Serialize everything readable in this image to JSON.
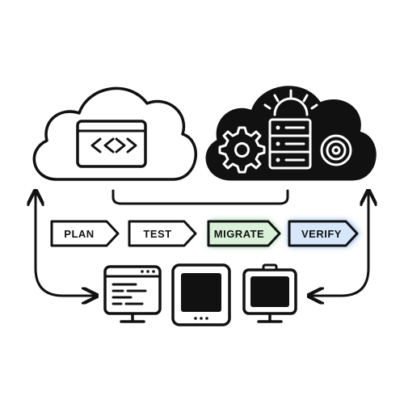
{
  "colors": {
    "stroke": "#111111",
    "background": "#ffffff",
    "cloud_dark_fill": "#111111",
    "migrate_glow": "#3ea84a",
    "verify_glow": "#3d86e0"
  },
  "steps": [
    {
      "label": "PLAN",
      "glow": "none"
    },
    {
      "label": "TEST",
      "glow": "none"
    },
    {
      "label": "MIGRATE",
      "glow": "green"
    },
    {
      "label": "VERIFY",
      "glow": "blue"
    }
  ],
  "icons": {
    "source_cloud": "cloud-icon",
    "code": "code-window-icon",
    "target_cloud": "cloud-icon",
    "sun": "sun-icon",
    "gear": "gear-icon",
    "server": "server-rack-icon",
    "target": "target-icon",
    "devices": [
      "desktop-monitor-icon",
      "tablet-icon",
      "monitor-icon"
    ]
  }
}
